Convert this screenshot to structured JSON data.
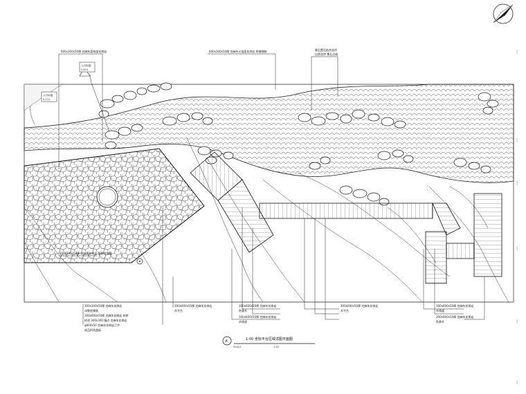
{
  "plan": {
    "title": "1:00 坐标平台区域详图平面图",
    "section_mark": "A",
    "scale_label": "SCALE",
    "scale_value": "1:50"
  },
  "elevation_tags": [
    {
      "label": "入口标高",
      "value": "5.815"
    },
    {
      "label": "入口标高",
      "value": "5.115"
    }
  ],
  "callouts_top": [
    {
      "text": "600x300x50厚 芝麻灰荔枝面花岗岩"
    },
    {
      "text": "600x300x50厚 芝麻灰火烧面花岗岩 拼缝铺装"
    },
    {
      "text": "景石置石结合驳岸"
    },
    {
      "text": "自然驳岸 景石点缀"
    }
  ],
  "callouts_bottom_left": [
    {
      "text": "300x300x50厚 芝麻灰花岗岩"
    },
    {
      "text": "冰裂纹铺装"
    },
    {
      "text": "300x600x50厚 芝麻灰花岗岩 碎拼"
    },
    {
      "text": "树池 300x300 镶边 芝麻灰花岗岩"
    },
    {
      "text": "φ600x50 芝麻灰花岗岩汀步"
    },
    {
      "text": "成品树池盖板"
    }
  ],
  "callouts_bottom_mid": [
    {
      "text": "300x600x50厚 芝麻灰花岗岩"
    },
    {
      "text": "木平台"
    },
    {
      "text": "300x600x50厚 芝麻灰花岗岩"
    },
    {
      "text": "防腐木"
    },
    {
      "text": "300x600x50厚 芝麻灰花岗岩"
    },
    {
      "text": "木栈道"
    }
  ],
  "callouts_bottom_right": [
    {
      "text": "300x600x50厚 芝麻灰花岗岩"
    },
    {
      "text": "木平台"
    },
    {
      "text": "300x600x50厚 芝麻灰花岗岩"
    },
    {
      "text": "木栈道"
    },
    {
      "text": "300x600x50厚 芝麻灰花岗岩"
    },
    {
      "text": "防腐木"
    }
  ],
  "plaza_label": {
    "text": "300x300x50厚 芝麻灰花岗岩 冰裂纹铺装"
  }
}
